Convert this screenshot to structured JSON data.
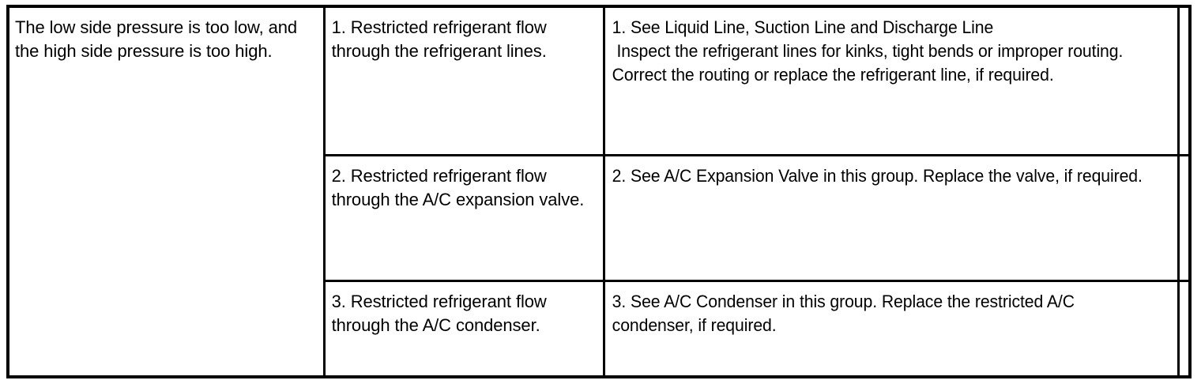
{
  "document": {
    "kind": "service-manual-diagnostic-table",
    "table": {
      "columns": [
        "symptom",
        "possible-cause",
        "correction"
      ],
      "rows": [
        {
          "symptom": "The low side pressure is too low, and the high side pressure is too high.",
          "cause": "1. Restricted refrigerant flow through the refrigerant lines.",
          "action": "1. See Liquid Line, Suction Line and Discharge Line\n Inspect the refrigerant lines for kinks, tight bends or improper routing. Correct the routing or replace the refrigerant line, if required."
        },
        {
          "symptom": "",
          "cause": "2. Restricted refrigerant flow through the A/C expansion valve.",
          "action": "2. See A/C Expansion Valve in this group. Replace the valve, if required."
        },
        {
          "symptom": "",
          "cause": "3. Restricted refrigerant flow through the A/C condenser.",
          "action": "3. See A/C Condenser in this group. Replace the restricted A/C condenser, if required."
        }
      ]
    },
    "colors": {
      "border": "#000000",
      "text": "#000000",
      "background": "#ffffff"
    }
  }
}
